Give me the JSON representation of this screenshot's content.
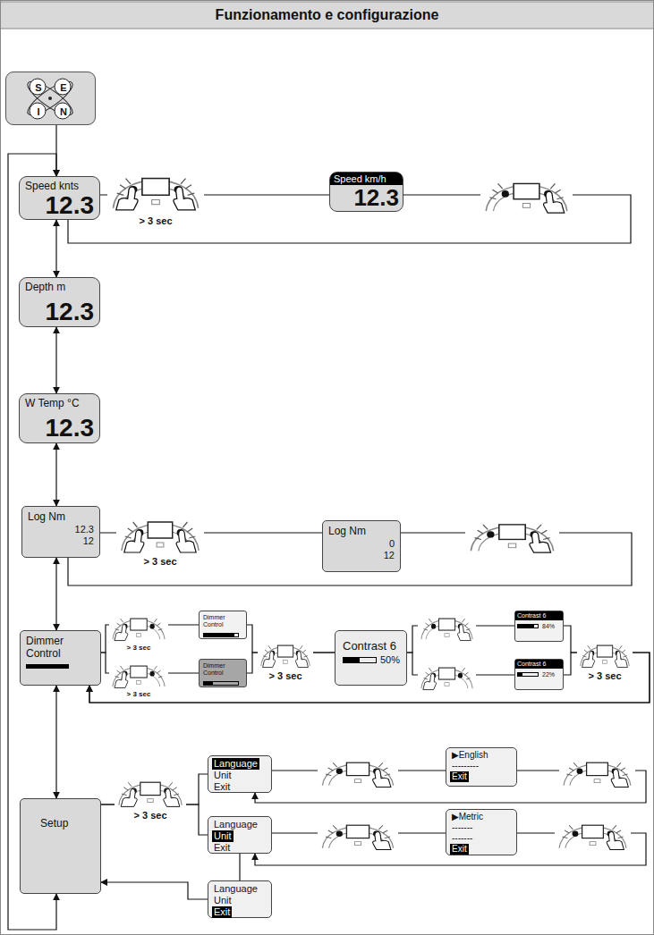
{
  "diagram": {
    "title": "Funzionamento e configurazione",
    "nodes": [
      {
        "text": [
          "S",
          "E",
          "I",
          "N"
        ]
      },
      {
        "text": [
          "Speed knts",
          "12.3"
        ]
      },
      {
        "text": [
          "Speed km/h",
          "12.3"
        ]
      },
      {
        "text": [
          "Depth m",
          "12.3"
        ]
      },
      {
        "text": [
          "W Temp °C",
          "12.3"
        ]
      },
      {
        "text": [
          "Log Nm",
          "12.3",
          "12"
        ]
      },
      {
        "text": [
          "Log Nm",
          "0",
          "12"
        ]
      },
      {
        "text": [
          "Dimmer Control"
        ]
      },
      {
        "text": [
          "Dimmer Control"
        ]
      },
      {
        "text": [
          "Dimmer Control"
        ]
      },
      {
        "text": [
          "Contrast 6",
          "50%"
        ]
      },
      {
        "text": [
          "Contrast 6",
          "84%"
        ]
      },
      {
        "text": [
          "Contrast 6",
          "22%"
        ]
      },
      {
        "text": [
          "Setup"
        ]
      },
      {
        "text": [
          "Language",
          "Unit",
          "Exit"
        ]
      },
      {
        "text": [
          "▶English",
          "---------",
          "Exit"
        ]
      },
      {
        "text": [
          "Language",
          "Unit",
          "Exit"
        ]
      },
      {
        "text": [
          "▶Metric",
          "-------",
          "-------",
          "Exit"
        ]
      },
      {
        "text": [
          "Language",
          "Unit",
          "Exit"
        ]
      }
    ],
    "edges": [
      {
        "from": 0,
        "to": 1,
        "arrow": "to"
      },
      {
        "from": 1,
        "to": 2,
        "arrow": "none"
      },
      {
        "from": 2,
        "to": 1,
        "arrow": "none"
      },
      {
        "from": 1,
        "to": 3,
        "arrow": "both"
      },
      {
        "from": 3,
        "to": 4,
        "arrow": "both"
      },
      {
        "from": 4,
        "to": 5,
        "arrow": "both"
      },
      {
        "from": 5,
        "to": 6,
        "arrow": "none"
      },
      {
        "from": 6,
        "to": 5,
        "arrow": "none"
      },
      {
        "from": 5,
        "to": 7,
        "arrow": "both"
      },
      {
        "from": 7,
        "to": 8,
        "arrow": "none"
      },
      {
        "from": 7,
        "to": 9,
        "arrow": "none"
      },
      {
        "from": 8,
        "to": 10,
        "arrow": "none"
      },
      {
        "from": 9,
        "to": 10,
        "arrow": "none"
      },
      {
        "from": 10,
        "to": 11,
        "arrow": "none"
      },
      {
        "from": 10,
        "to": 12,
        "arrow": "none"
      },
      {
        "from": 11,
        "to": 7,
        "arrow": "to"
      },
      {
        "from": 12,
        "to": 7,
        "arrow": "to"
      },
      {
        "from": 7,
        "to": 13,
        "arrow": "both"
      },
      {
        "from": 13,
        "to": 1,
        "arrow": "both"
      },
      {
        "from": 13,
        "to": 14,
        "arrow": "none"
      },
      {
        "from": 13,
        "to": 16,
        "arrow": "none"
      },
      {
        "from": 16,
        "to": 18,
        "arrow": "none"
      },
      {
        "from": 14,
        "to": 15,
        "arrow": "none"
      },
      {
        "from": 15,
        "to": 14,
        "arrow": "to"
      },
      {
        "from": 16,
        "to": 17,
        "arrow": "none"
      },
      {
        "from": 17,
        "to": 16,
        "arrow": "to"
      },
      {
        "from": 18,
        "to": 13,
        "arrow": "to"
      }
    ],
    "labels": [
      "> 3 sec",
      "> 3 sec",
      "> 3 sec",
      "> 3 sec",
      "> 3 sec",
      "> 3 sec",
      "> 3 sec"
    ]
  }
}
